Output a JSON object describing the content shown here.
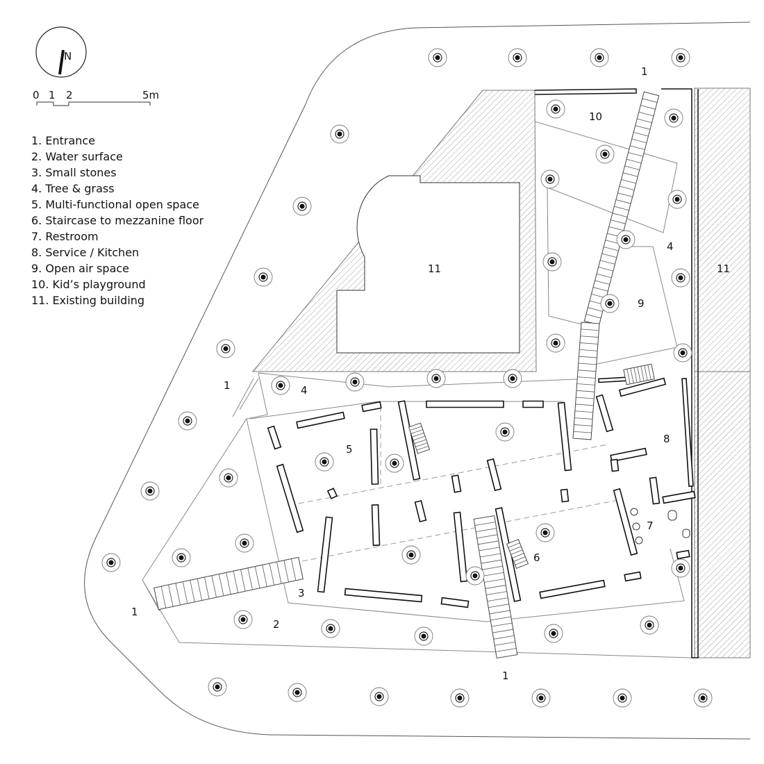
{
  "north_label": "N",
  "scale": {
    "ticks": [
      "0",
      "1",
      "2",
      "5m"
    ]
  },
  "legend": [
    "1. Entrance",
    "2. Water surface",
    "3. Small stones",
    "4. Tree & grass",
    "5. Multi-functional open space",
    "6. Staircase to mezzanine floor",
    "7. Restroom",
    "8. Service / Kitchen",
    "9. Open air space",
    "10. Kid’s playground",
    "11. Existing building"
  ],
  "plan_labels": {
    "entrance_top": "1",
    "entrance_left": "1",
    "entrance_sw": "1",
    "entrance_bottom": "1",
    "water": "2",
    "stones": "3",
    "grass_west": "4",
    "grass_east": "4",
    "open_space": "5",
    "staircase": "6",
    "restroom": "7",
    "kitchen": "8",
    "open_air": "9",
    "playground": "10",
    "existing_west": "11",
    "existing_east": "11"
  },
  "colors": {
    "line": "#111111",
    "thin": "#888888",
    "hatch": "#9a9a9a"
  }
}
